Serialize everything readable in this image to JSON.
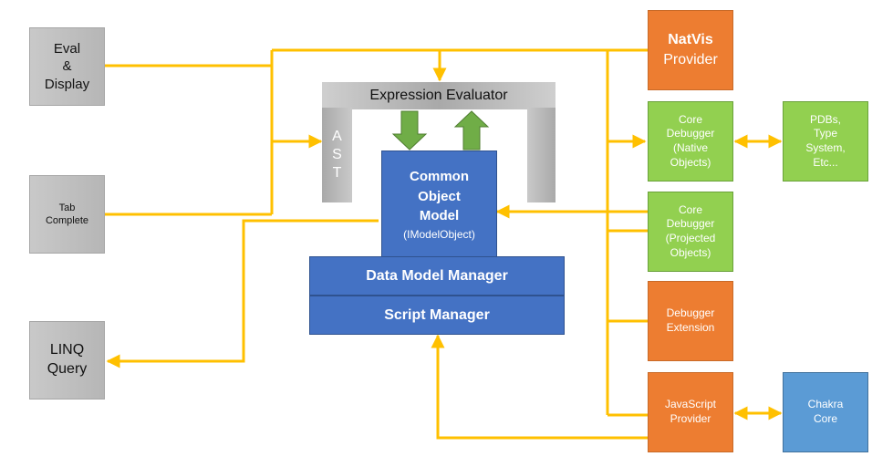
{
  "left_nodes": {
    "eval_display": "Eval\n&\nDisplay",
    "tab_complete": "Tab\nComplete",
    "linq_query": "LINQ\nQuery"
  },
  "center": {
    "expression_evaluator": "Expression Evaluator",
    "ast_letters": [
      "A",
      "S",
      "T"
    ],
    "common_object_model_title": "Common\nObject\nModel",
    "common_object_model_sub": "(IModelObject)",
    "data_model_manager": "Data Model Manager",
    "script_manager": "Script Manager"
  },
  "right_nodes": {
    "natvis_bold": "NatVis",
    "natvis_rest": "Provider",
    "core_debugger_native": "Core\nDebugger\n(Native\nObjects)",
    "core_debugger_projected": "Core\nDebugger\n(Projected\nObjects)",
    "debugger_extension": "Debugger\nExtension",
    "javascript_provider": "JavaScript\nProvider"
  },
  "far_right_nodes": {
    "pdbs": "PDBs,\nType\nSystem,\nEtc...",
    "chakra_core": "Chakra\nCore"
  },
  "colors": {
    "connector": "#ffc000",
    "eval_arrow": "#70ad47",
    "gray": "#bfbfbf",
    "orange": "#ed7d31",
    "green": "#92d050",
    "blue": "#4472c4",
    "light_blue": "#5b9bd5"
  }
}
